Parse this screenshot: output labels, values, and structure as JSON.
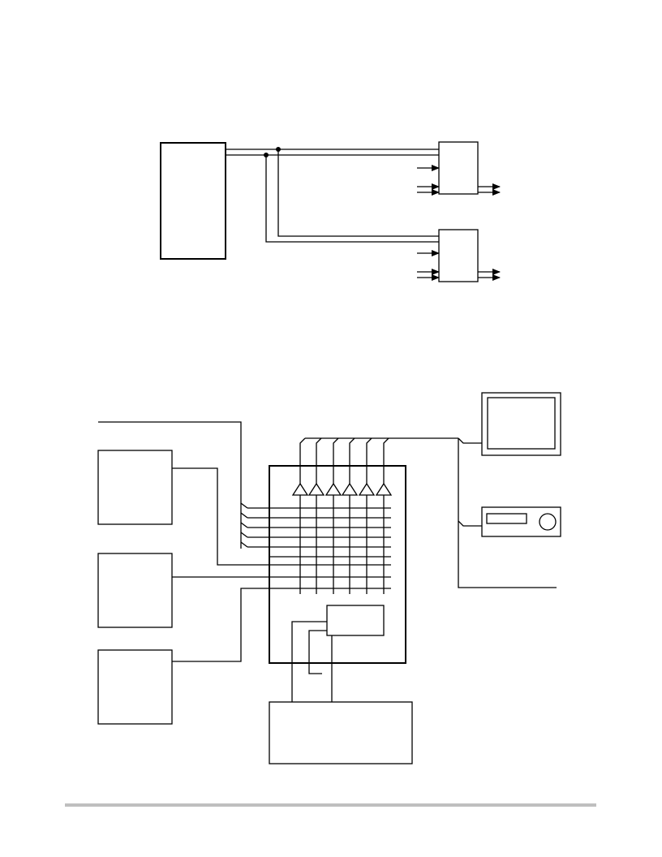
{
  "diagram_top": {
    "description_visible_text": [],
    "nodes": [
      "controller-block",
      "receiver-block-1",
      "receiver-block-2"
    ]
  },
  "diagram_bottom": {
    "buffer_count": 6,
    "crosspoint_rows": 9,
    "nodes": [
      "source-block-1",
      "source-block-2",
      "source-block-3",
      "switch-matrix",
      "control-block",
      "host-block",
      "monitor-icon",
      "receiver-unit-icon"
    ]
  },
  "colors": {
    "line": "#000000",
    "footer_rule": "#bfbfbf"
  }
}
